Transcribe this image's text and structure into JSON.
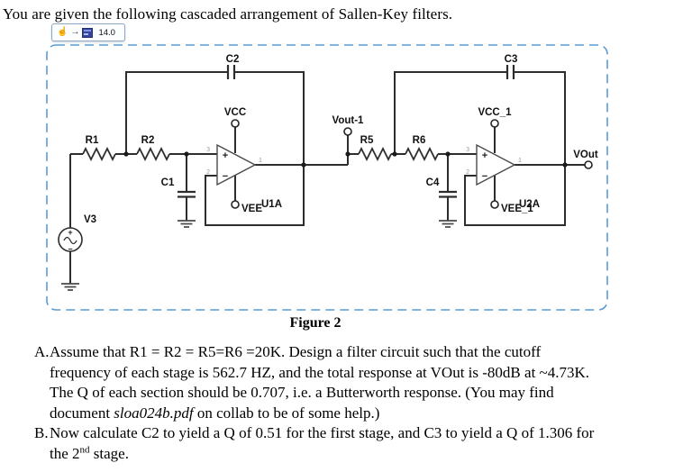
{
  "page": {
    "title": "You are given the following cascaded arrangement of Sallen-Key filters."
  },
  "toolbar": {
    "hand_glyph": "☝",
    "arrow_glyph": "→",
    "zoom_value": "14.0"
  },
  "figure": {
    "caption": "Figure 2"
  },
  "circuit": {
    "labels": {
      "c2": "C2",
      "c3": "C3",
      "vcc": "VCC",
      "vcc_1": "VCC_1",
      "vout_1": "Vout-1",
      "vout": "VOut",
      "r1": "R1",
      "r2": "R2",
      "r5": "R5",
      "r6": "R6",
      "c1": "C1",
      "c4": "C4",
      "vee": "VEE",
      "u1a": "U1A",
      "vee_1": "VEE_1",
      "u2a": "U2A",
      "v3": "V3"
    },
    "opamp": {
      "plus": "+",
      "minus": "−",
      "pin1": "1",
      "pin2": "2",
      "pin3": "3"
    },
    "source": {
      "plus": "+",
      "minus": "−"
    }
  },
  "question_a": {
    "label": "A.",
    "line1": "Assume that R1 = R2 = R5=R6 =20K. Design a filter circuit such that the cutoff",
    "line2": "frequency of each stage is 562.7 HZ, and the total response at VOut is -80dB at ~4.73K.",
    "line3": "The Q of each section should be 0.707, i.e. a Butterworth response. (You may find",
    "line4_pre": "document ",
    "line4_italic": "sloa024b.pdf",
    "line4_post": " on collab to be of some help.)"
  },
  "question_b": {
    "label": "B.",
    "line1": "Now calculate C2 to yield a Q of 0.51 for the first stage, and C3 to yield a Q of 1.306 for",
    "line2_pre": "the 2",
    "line2_sup": "nd",
    "line2_post": " stage."
  }
}
